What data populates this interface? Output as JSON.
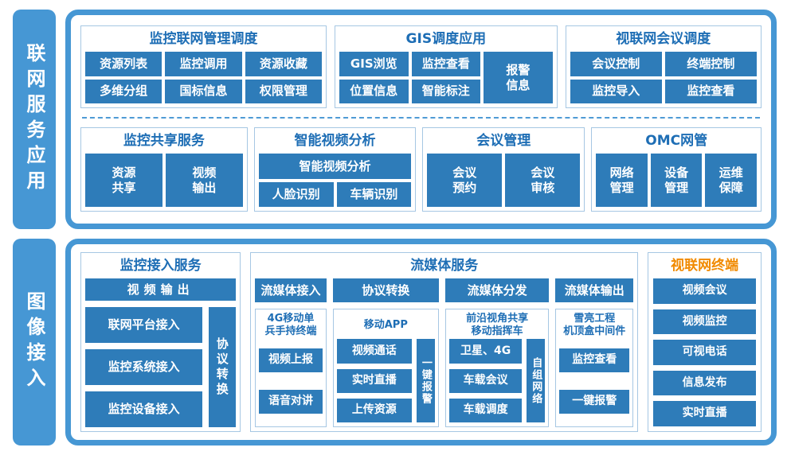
{
  "colors": {
    "cell_blue": "#2E7CB9",
    "accent_blue": "#4697D4",
    "title_blue": "#1E6EB5",
    "box_border": "#A6C7E3",
    "dashed_line": "#4E9AD5",
    "terminal_title_orange": "#F18A00"
  },
  "top": {
    "sidebar": "联网服务应用",
    "row1": [
      {
        "title": "监控联网管理调度",
        "cells": [
          "资源列表",
          "监控调用",
          "资源收藏",
          "多维分组",
          "国标信息",
          "权限管理"
        ]
      },
      {
        "title": "GIS调度应用",
        "cells": [
          "GIS浏览",
          "监控查看",
          "位置信息",
          "智能标注"
        ],
        "tall_cell": "报警\n信息"
      },
      {
        "title": "视联网会议调度",
        "cells": [
          "会议控制",
          "终端控制",
          "监控导入",
          "监控查看"
        ]
      }
    ],
    "row2": [
      {
        "title": "监控共享服务",
        "cells": [
          "资源\n共享",
          "视频\n输出"
        ]
      },
      {
        "title": "智能视频分析",
        "wide_cell": "智能视频分析",
        "cells": [
          "人脸识别",
          "车辆识别"
        ]
      },
      {
        "title": "会议管理",
        "cells": [
          "会议\n预约",
          "会议\n审核"
        ]
      },
      {
        "title": "OMC网管",
        "cells": [
          "网络\n管理",
          "设备\n管理",
          "运维\n保障"
        ]
      }
    ]
  },
  "bottom": {
    "sidebar": "图像接入",
    "access": {
      "title": "监控接入服务",
      "top_cell": "视频输出",
      "cells": [
        "联网平台接入",
        "监控系统接入",
        "监控设备接入"
      ],
      "vertical_cell": "协议转换"
    },
    "streaming": {
      "title": "流媒体服务",
      "top_cells": [
        "流媒体接入",
        "协议转换",
        "流媒体分发",
        "流媒体输出"
      ],
      "sub_boxes": [
        {
          "title": "4G移动单\n兵手持终端",
          "cells": [
            "视频上报",
            "语音对讲"
          ]
        },
        {
          "title": "移动APP",
          "cells": [
            "视频通话",
            "实时直播",
            "上传资源"
          ],
          "vertical_cell": "一键报警"
        },
        {
          "title": "前沿视角共享\n移动指挥车",
          "cells": [
            "卫星、4G",
            "车载会议",
            "车载调度"
          ],
          "vertical_cell": "自组网络"
        },
        {
          "title": "雪亮工程\n机顶盒中间件",
          "cells": [
            "监控查看",
            "一键报警"
          ]
        }
      ]
    },
    "terminal": {
      "title": "视联网终端",
      "cells": [
        "视频会议",
        "视频监控",
        "可视电话",
        "信息发布",
        "实时直播"
      ]
    }
  }
}
